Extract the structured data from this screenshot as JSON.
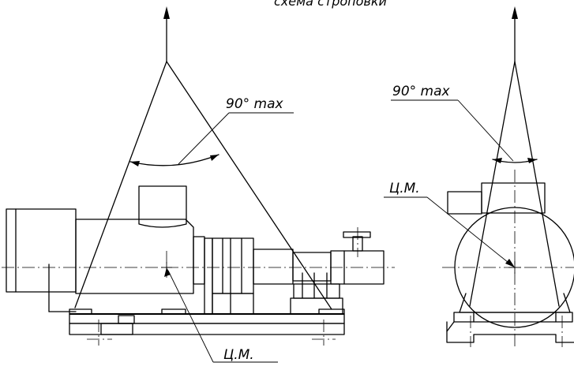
{
  "diagram": {
    "title": "схема строповки",
    "angle_label_side": "90° max",
    "angle_label_front": "90° max",
    "cm_label_side": "Ц.М.",
    "cm_label_front": "Ц.М."
  }
}
